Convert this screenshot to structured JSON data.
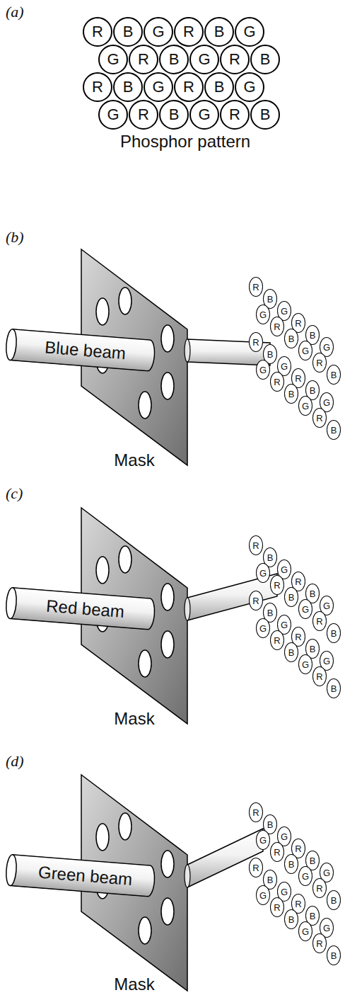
{
  "diagram": {
    "nodes": [
      {
        "text": [
          "R"
        ]
      },
      {
        "text": [
          "B"
        ]
      },
      {
        "text": [
          "G"
        ]
      },
      {
        "text": [
          "R"
        ]
      },
      {
        "text": [
          "B"
        ]
      },
      {
        "text": [
          "G"
        ]
      },
      {
        "text": [
          "G"
        ]
      },
      {
        "text": [
          "R"
        ]
      },
      {
        "text": [
          "B"
        ]
      },
      {
        "text": [
          "G"
        ]
      },
      {
        "text": [
          "R"
        ]
      },
      {
        "text": [
          "B"
        ]
      },
      {
        "text": [
          "R"
        ]
      },
      {
        "text": [
          "B"
        ]
      },
      {
        "text": [
          "G"
        ]
      },
      {
        "text": [
          "R"
        ]
      },
      {
        "text": [
          "B"
        ]
      },
      {
        "text": [
          "G"
        ]
      },
      {
        "text": [
          "G"
        ]
      },
      {
        "text": [
          "R"
        ]
      },
      {
        "text": [
          "B"
        ]
      },
      {
        "text": [
          "G"
        ]
      },
      {
        "text": [
          "R"
        ]
      },
      {
        "text": [
          "B"
        ]
      },
      {
        "text": [
          "Blue beam"
        ]
      },
      {
        "text": [
          "R"
        ]
      },
      {
        "text": [
          "B"
        ]
      },
      {
        "text": [
          "G"
        ]
      },
      {
        "text": [
          "R"
        ]
      },
      {
        "text": [
          "B"
        ]
      },
      {
        "text": [
          "G"
        ]
      },
      {
        "text": [
          "G"
        ]
      },
      {
        "text": [
          "R"
        ]
      },
      {
        "text": [
          "B"
        ]
      },
      {
        "text": [
          "G"
        ]
      },
      {
        "text": [
          "R"
        ]
      },
      {
        "text": [
          "B"
        ]
      },
      {
        "text": [
          "R"
        ]
      },
      {
        "text": [
          "B"
        ]
      },
      {
        "text": [
          "G"
        ]
      },
      {
        "text": [
          "R"
        ]
      },
      {
        "text": [
          "B"
        ]
      },
      {
        "text": [
          "G"
        ]
      },
      {
        "text": [
          "G"
        ]
      },
      {
        "text": [
          "R"
        ]
      },
      {
        "text": [
          "B"
        ]
      },
      {
        "text": [
          "G"
        ]
      },
      {
        "text": [
          "R"
        ]
      },
      {
        "text": [
          "B"
        ]
      },
      {
        "text": [
          "Red beam"
        ]
      },
      {
        "text": [
          "R"
        ]
      },
      {
        "text": [
          "B"
        ]
      },
      {
        "text": [
          "G"
        ]
      },
      {
        "text": [
          "R"
        ]
      },
      {
        "text": [
          "B"
        ]
      },
      {
        "text": [
          "G"
        ]
      },
      {
        "text": [
          "G"
        ]
      },
      {
        "text": [
          "R"
        ]
      },
      {
        "text": [
          "B"
        ]
      },
      {
        "text": [
          "G"
        ]
      },
      {
        "text": [
          "R"
        ]
      },
      {
        "text": [
          "B"
        ]
      },
      {
        "text": [
          "R"
        ]
      },
      {
        "text": [
          "B"
        ]
      },
      {
        "text": [
          "G"
        ]
      },
      {
        "text": [
          "R"
        ]
      },
      {
        "text": [
          "B"
        ]
      },
      {
        "text": [
          "G"
        ]
      },
      {
        "text": [
          "G"
        ]
      },
      {
        "text": [
          "R"
        ]
      },
      {
        "text": [
          "B"
        ]
      },
      {
        "text": [
          "G"
        ]
      },
      {
        "text": [
          "R"
        ]
      },
      {
        "text": [
          "B"
        ]
      },
      {
        "text": [
          "Green beam"
        ]
      },
      {
        "text": [
          "R"
        ]
      },
      {
        "text": [
          "B"
        ]
      },
      {
        "text": [
          "G"
        ]
      },
      {
        "text": [
          "R"
        ]
      },
      {
        "text": [
          "B"
        ]
      },
      {
        "text": [
          "G"
        ]
      },
      {
        "text": [
          "G"
        ]
      },
      {
        "text": [
          "R"
        ]
      },
      {
        "text": [
          "B"
        ]
      },
      {
        "text": [
          "G"
        ]
      },
      {
        "text": [
          "R"
        ]
      },
      {
        "text": [
          "B"
        ]
      },
      {
        "text": [
          "R"
        ]
      },
      {
        "text": [
          "B"
        ]
      },
      {
        "text": [
          "G"
        ]
      },
      {
        "text": [
          "R"
        ]
      },
      {
        "text": [
          "B"
        ]
      },
      {
        "text": [
          "G"
        ]
      },
      {
        "text": [
          "G"
        ]
      },
      {
        "text": [
          "R"
        ]
      },
      {
        "text": [
          "B"
        ]
      },
      {
        "text": [
          "G"
        ]
      },
      {
        "text": [
          "R"
        ]
      },
      {
        "text": [
          "B"
        ]
      }
    ],
    "labels": [
      "(a)",
      "Phosphor pattern",
      "(b)",
      "Mask",
      "(c)",
      "Mask",
      "(d)",
      "Mask"
    ]
  }
}
